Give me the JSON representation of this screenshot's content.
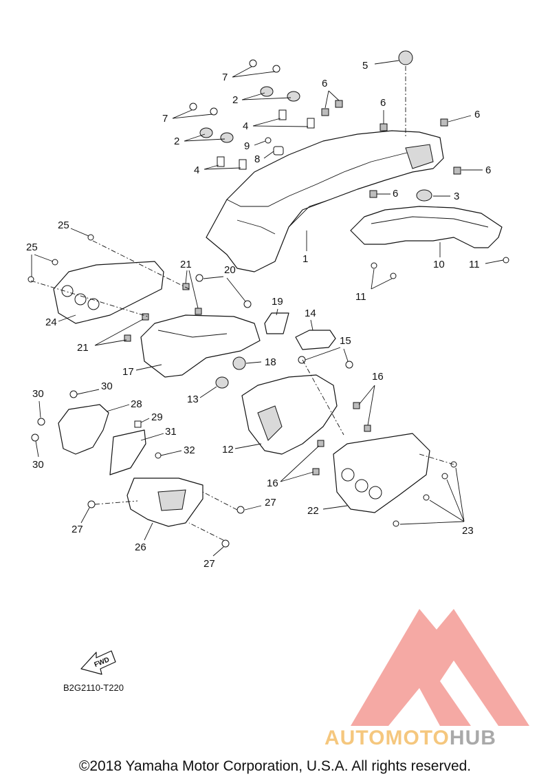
{
  "diagram": {
    "code": "B2G2110-T220",
    "fwd_label": "FWD",
    "copyright": "©2018 Yamaha Motor Corporation, U.S.A. All rights reserved.",
    "watermark": {
      "part1": "AUTOMOTO",
      "part2": "HUB",
      "color1": "#f5c77e",
      "color2": "#a9a9a9",
      "logo_color": "#f4a09a"
    },
    "callouts": [
      "1",
      "2",
      "2",
      "3",
      "4",
      "4",
      "5",
      "6",
      "6",
      "6",
      "6",
      "6",
      "7",
      "7",
      "8",
      "9",
      "10",
      "11",
      "11",
      "12",
      "13",
      "14",
      "15",
      "16",
      "16",
      "17",
      "18",
      "19",
      "20",
      "21",
      "21",
      "22",
      "23",
      "24",
      "25",
      "25",
      "26",
      "27",
      "27",
      "27",
      "28",
      "29",
      "30",
      "30",
      "30",
      "31",
      "32"
    ]
  }
}
